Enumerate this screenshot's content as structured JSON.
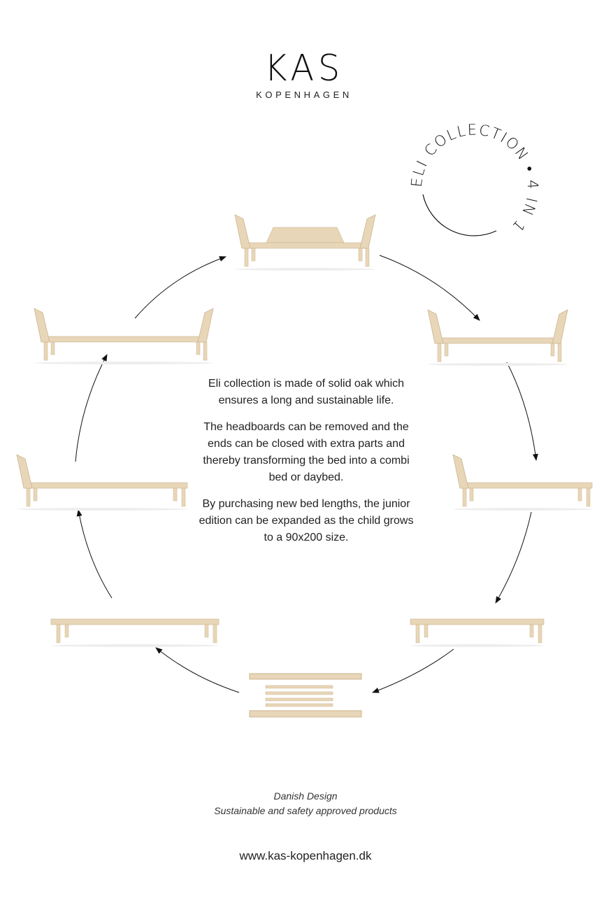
{
  "logo": {
    "main": "KAS",
    "sub": "KOPENHAGEN"
  },
  "badge": {
    "text": "ELI COLLECTION • 4 IN 1"
  },
  "description": [
    "Eli collection is made of solid oak which ensures a long and sustainable life.",
    "The headboards can be removed and the ends can be closed with extra parts and thereby transforming the bed into a combi bed or daybed.",
    "By purchasing new bed lengths, the junior edition can be expanded as the child grows to a 90x200 size."
  ],
  "footer": {
    "line1": "Danish Design",
    "line2": "Sustainable and safety approved products",
    "url": "www.kas-kopenhagen.dk"
  },
  "colors": {
    "wood": "#e8d6b8",
    "wood_dark": "#cdb58e",
    "text": "#222222"
  }
}
